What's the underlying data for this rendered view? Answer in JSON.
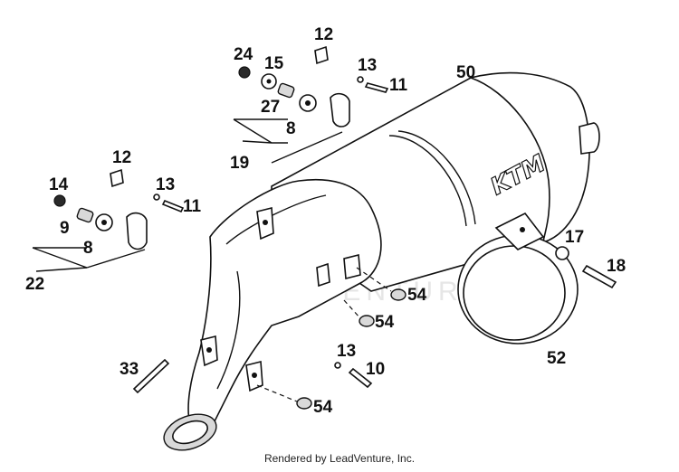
{
  "diagram": {
    "labels": {
      "n12a": "12",
      "n24": "24",
      "n15": "15",
      "n13a": "13",
      "n11a": "11",
      "n50": "50",
      "n27": "27",
      "n8a": "8",
      "n19": "19",
      "n12b": "12",
      "n14": "14",
      "n13b": "13",
      "n11b": "11",
      "n9": "9",
      "n8b": "8",
      "n22": "22",
      "n17": "17",
      "n18": "18",
      "n52": "52",
      "n54a": "54",
      "n54b": "54",
      "n54c": "54",
      "n33": "33",
      "n13c": "13",
      "n10": "10"
    },
    "brand_mark": "KTM",
    "watermark": "LEADVENTURE"
  },
  "footer": {
    "text": "Rendered by LeadVenture, Inc."
  }
}
